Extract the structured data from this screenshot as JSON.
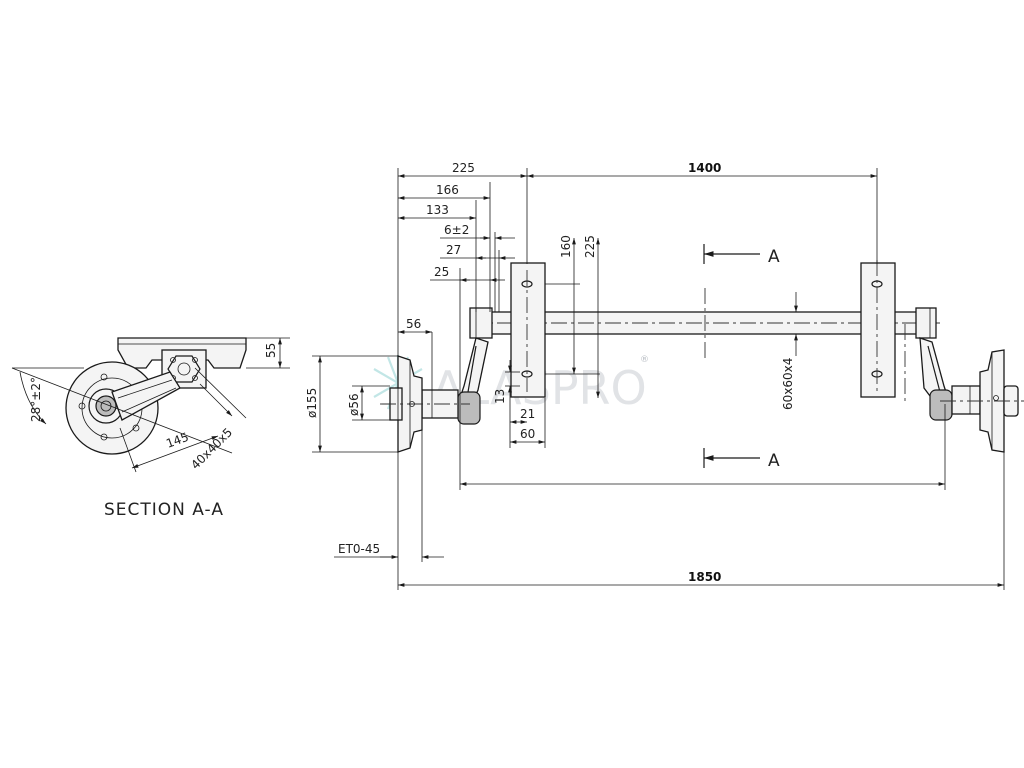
{
  "section": {
    "title": "SECTION A-A",
    "dim_angle": "28°±2°",
    "dim_height": "55",
    "dim_arm": "145",
    "dim_profile": "40x40x5"
  },
  "dimensions": {
    "d225_top": "225",
    "d1400": "1400",
    "d166": "166",
    "d133": "133",
    "d6": "6±2",
    "d27": "27",
    "d25": "25",
    "d56": "56",
    "d160": "160",
    "d225_v": "225",
    "d155": "ø155",
    "d56dia": "ø56",
    "d13": "13",
    "d21": "21",
    "d60": "60",
    "d60x60": "60x60x4",
    "d1850": "1850",
    "eto": "ET0-45",
    "sectionA_top": "A",
    "sectionA_bottom": "A"
  },
  "watermark": {
    "text": "ALASPRO",
    "mark": "®"
  }
}
